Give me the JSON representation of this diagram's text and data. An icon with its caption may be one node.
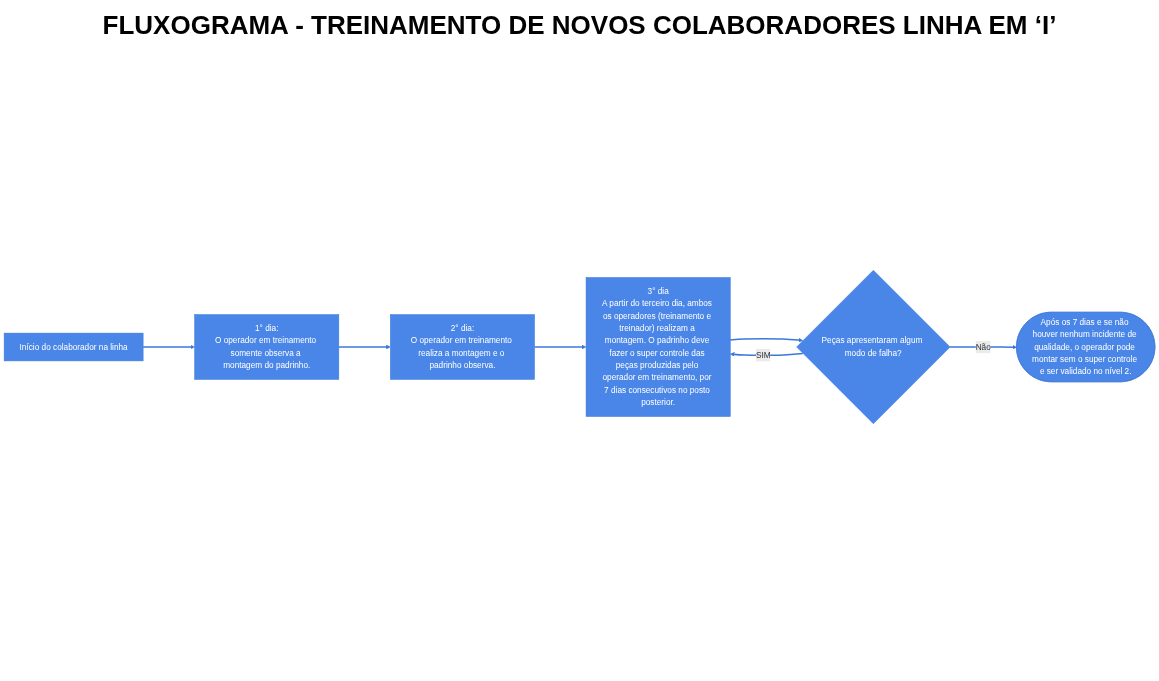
{
  "diagram": {
    "title": "FLUXOGRAMA - TREINAMENTO DE NOVOS COLABORADORES LINHA EM ‘I’",
    "nodes": [
      {
        "text": [
          "Início do colaborador na linha"
        ]
      },
      {
        "text": [
          "1° dia:",
          "O operador em treinamento somente observa a montagem do padrinho."
        ]
      },
      {
        "text": [
          "2° dia:",
          "O operador em treinamento realiza a montagem e o padrinho observa."
        ]
      },
      {
        "text": [
          "3° dia",
          "A partir do terceiro dia, ambos os operadores (treinamento e treinador) realizam a montagem. O padrinho deve fazer o super controle das peças produzidas pelo operador em treinamento, por 7 dias consecutivos no posto posterior."
        ]
      },
      {
        "text": [
          "Peças apresentaram algum modo de falha?"
        ]
      },
      {
        "text": [
          "Após os 7 dias e se não houver nenhum incidente de qualidade, o operador pode montar sem o super controle e ser validado no nível 2."
        ]
      }
    ],
    "edges": [
      {
        "from": 0,
        "to": 1,
        "arrow": "to"
      },
      {
        "from": 1,
        "to": 2,
        "arrow": "to"
      },
      {
        "from": 2,
        "to": 3,
        "arrow": "to"
      },
      {
        "from": 3,
        "to": 4,
        "arrow": "to"
      },
      {
        "from": 4,
        "to": 3,
        "arrow": "to",
        "label": "SIM"
      },
      {
        "from": 4,
        "to": 5,
        "arrow": "to",
        "label": "Não"
      }
    ]
  }
}
